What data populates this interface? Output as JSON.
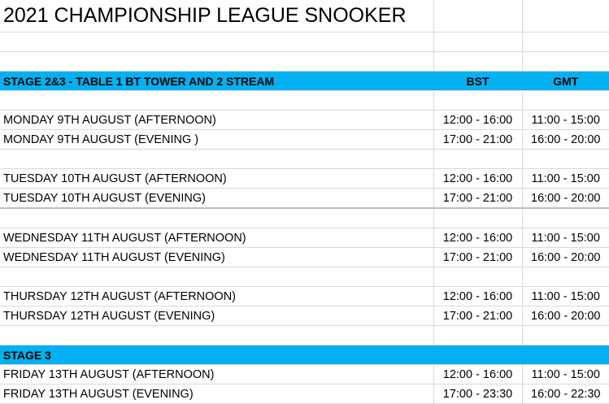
{
  "sheet": {
    "title": "2021 CHAMPIONSHIP LEAGUE SNOOKER",
    "stage1": {
      "label": "STAGE 2&3   - TABLE 1 BT TOWER AND 2 STREAM",
      "bst": "BST",
      "gmt": "GMT"
    },
    "rows": [
      {
        "session": "MONDAY 9TH AUGUST  (AFTERNOON)",
        "bst": "12:00 - 16:00",
        "gmt": "11:00 - 15:00"
      },
      {
        "session": "MONDAY 9TH AUGUST (EVENING )",
        "bst": "17:00 - 21:00",
        "gmt": "16:00 - 20:00"
      },
      {
        "session": "TUESDAY 10TH AUGUST (AFTERNOON)",
        "bst": "12:00 - 16:00",
        "gmt": "11:00 - 15:00"
      },
      {
        "session": "TUESDAY 10TH AUGUST (EVENING)",
        "bst": "17:00 - 21:00",
        "gmt": "16:00 - 20:00"
      },
      {
        "session": "WEDNESDAY 11TH AUGUST (AFTERNOON)",
        "bst": "12:00 - 16:00",
        "gmt": "11:00 - 15:00"
      },
      {
        "session": "WEDNESDAY 11TH AUGUST (EVENING)",
        "bst": "17:00 - 21:00",
        "gmt": "16:00 - 20:00"
      },
      {
        "session": "THURSDAY 12TH AUGUST (AFTERNOON)",
        "bst": "12:00 - 16:00",
        "gmt": "11:00 - 15:00"
      },
      {
        "session": "THURSDAY 12TH AUGUST (EVENING)",
        "bst": "17:00 - 21:00",
        "gmt": "16:00 - 20:00"
      }
    ],
    "stage2": {
      "label": "STAGE 3"
    },
    "rows2": [
      {
        "session": "FRIDAY 13TH AUGUST (AFTERNOON)",
        "bst": "12:00 - 16:00",
        "gmt": "11:00 - 15:00"
      },
      {
        "session": "FRIDAY 13TH AUGUST  (EVENING)",
        "bst": "17:00 - 23:30",
        "gmt": "16:00 - 22:30"
      }
    ],
    "colors": {
      "header_fill": "#00b0f0",
      "gridline": "#d9d9d9"
    }
  }
}
